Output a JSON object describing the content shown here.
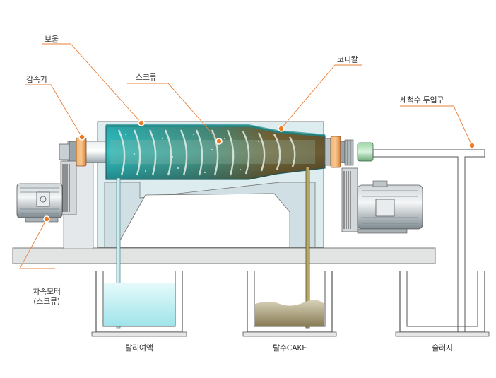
{
  "callouts": {
    "bowl": "보울",
    "reducer": "감속기",
    "screw": "스크류",
    "conical": "코니칼",
    "wash_inlet": "세척수 투입구",
    "motor_line1": "차속모터",
    "motor_line2": "(스크류)"
  },
  "outputs": {
    "filtrate": "탈리여액",
    "cake": "탈수CAKE",
    "sludge": "슬러지"
  },
  "colors": {
    "accent_dot": "#f07820",
    "leader_line": "#e8803a",
    "bowl_liquid": "#3cc6c8",
    "cake_brown": "#7a6a3a",
    "filtrate_blue": "#b8eef2",
    "frame_blue": "#d8eef2",
    "flange_orange": "#f0a060"
  }
}
